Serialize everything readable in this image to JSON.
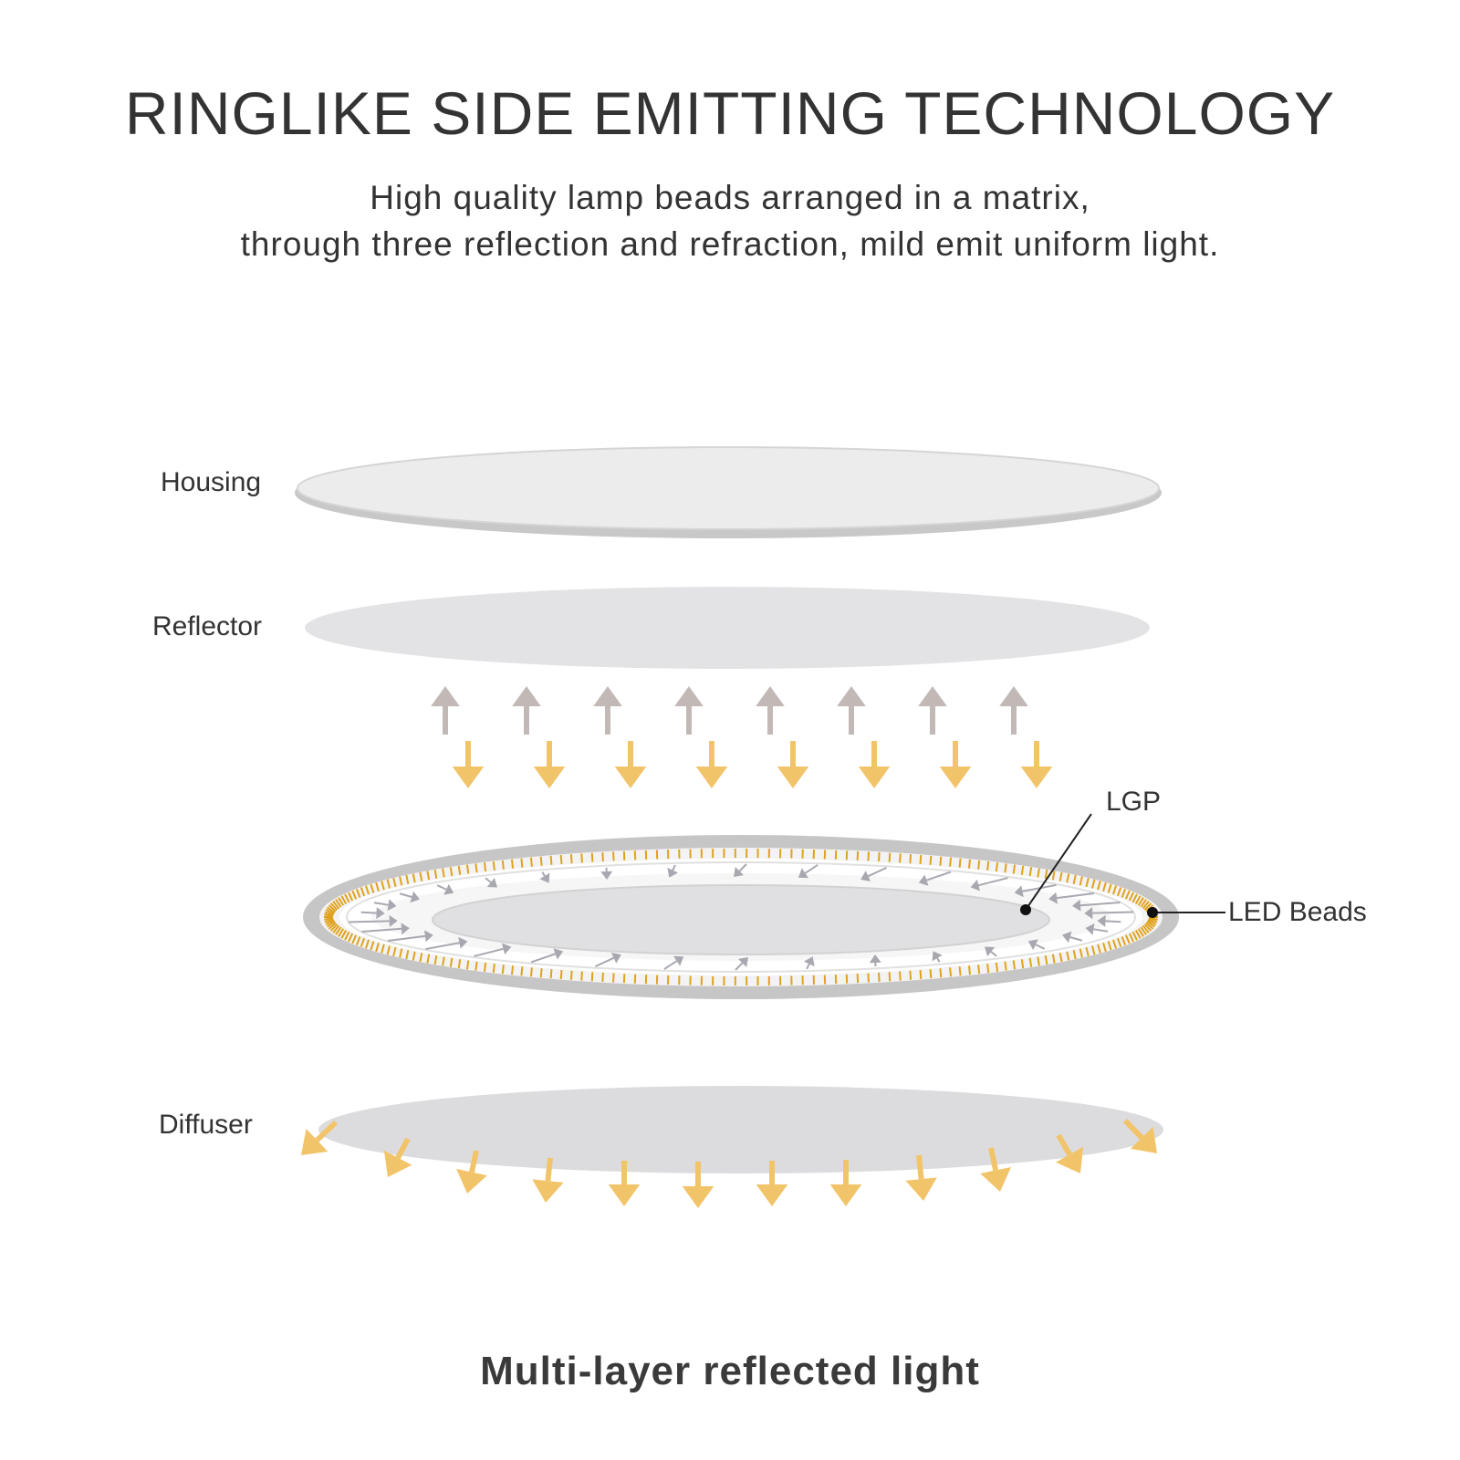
{
  "heading": {
    "title": "RINGLIKE SIDE EMITTING TECHNOLOGY",
    "subtitle_line1": "High quality lamp beads arranged in a matrix,",
    "subtitle_line2": "through three reflection and refraction, mild emit uniform light."
  },
  "layers": {
    "housing": "Housing",
    "reflector": "Reflector",
    "lgp": "LGP",
    "led_beads": "LED Beads",
    "diffuser": "Diffuser"
  },
  "caption": "Multi-layer reflected light",
  "colors": {
    "text": "#333333",
    "up_arrow": "#c2b9b7",
    "down_arrow": "#f2c46a",
    "led_bead": "#e0a21e",
    "housing_fill": "#ececec",
    "disc_fill": "#e3e3e5",
    "ring": "#c6c6c6",
    "inner_arrow": "#a8a8b0"
  }
}
